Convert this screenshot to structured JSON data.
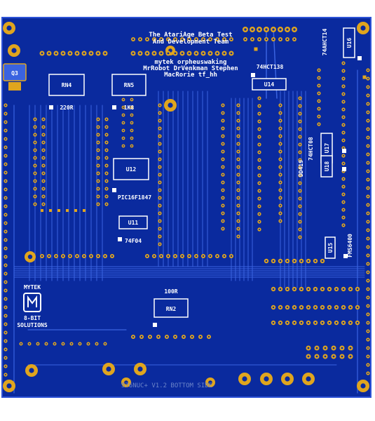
{
  "colors": {
    "board": "#0a2a9e",
    "copper": "#1e44c4",
    "trace": "#3a63e0",
    "pad": "#e0a51e",
    "silk": "#ffffff",
    "dim_silk": "#6b84c8"
  },
  "header": {
    "line1": "The AtariAge Beta Test",
    "line2": "And Development Team",
    "line3": "mytek orpheuswaking",
    "line4": "MrRobot DrVenkman Stephen",
    "line5": "MacRorie tf_hh"
  },
  "components": {
    "rn4": "RN4",
    "rn4_value": "220R",
    "rn5": "RN5",
    "rn5_value": "1K8",
    "u12": "U12",
    "u12_part": "PIC16F1847",
    "u11": "U11",
    "u11_part": "74F04",
    "rn2": "RN2",
    "rn2_value": "100R",
    "u14": "U14",
    "u14_part": "74HCT138",
    "u16": "U16",
    "u16_part": "74AHCT14",
    "u17": "U17",
    "u17_part": "74HCT08",
    "u18": "U18",
    "u18_part": "DD419",
    "u15": "U15",
    "u15_part": "FMS6400",
    "q3": "Q3"
  },
  "logo": {
    "line1": "MYTEK",
    "line2": "8-BIT",
    "line3": "SOLUTIONS"
  },
  "footer": {
    "board_name": "576NUC+ V1.2 BOTTOM SIDE"
  }
}
